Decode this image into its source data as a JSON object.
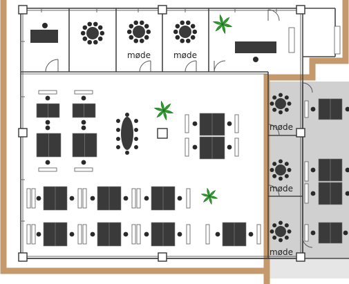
{
  "floor_plan": {
    "room_labels": [
      "møde",
      "møde",
      "møde",
      "møde",
      "møde"
    ]
  },
  "colors": {
    "outer_wall": "#c49a6c",
    "wall": "#333333",
    "desk": "#3a3a3a",
    "chair": "#2a2a2a",
    "shaded_zone": "#d0d0d0",
    "plant": "#2e9e2e",
    "background": "#ffffff"
  },
  "icons": [
    "plant-icon",
    "door-icon",
    "column-icon",
    "round-table-icon",
    "desk-icon",
    "chair-icon",
    "shelf-icon"
  ]
}
